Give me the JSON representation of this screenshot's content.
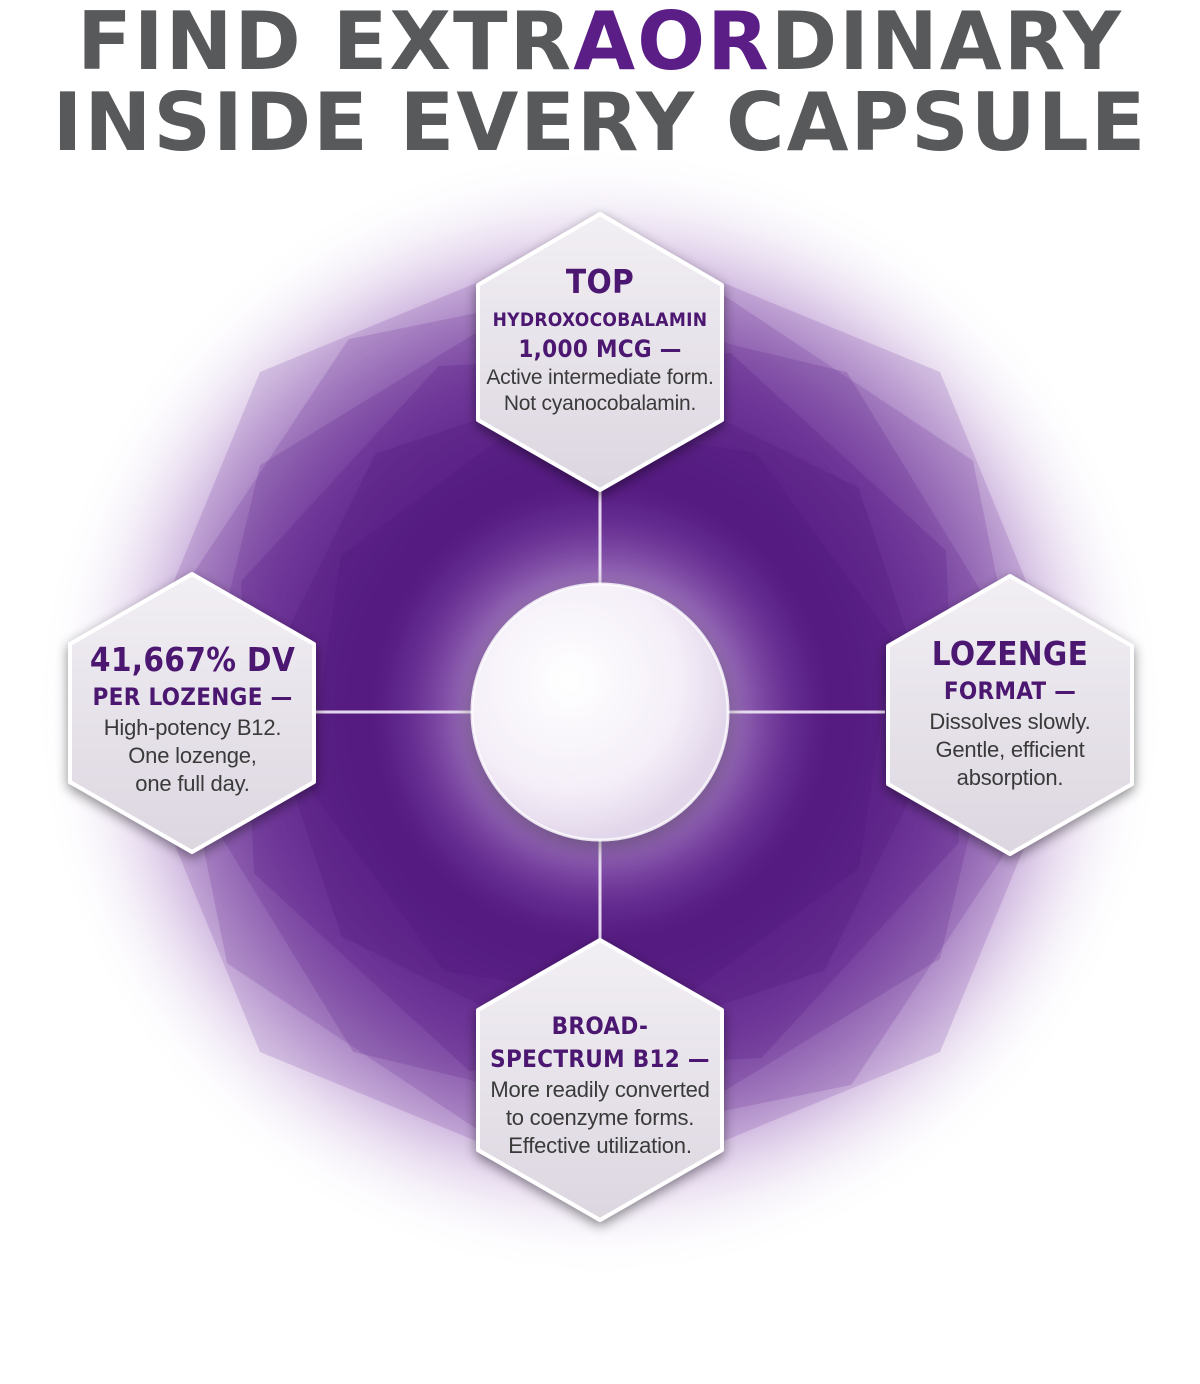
{
  "headline": {
    "line1_pre": "FIND EXTR",
    "line1_highlight": "AOR",
    "line1_post": "DINARY",
    "line2": "INSIDE EVERY CAPSULE"
  },
  "features": {
    "top": {
      "heading": "TOP",
      "title1": "HYDROXOCOBALAMIN",
      "title2": "1,000 MCG —",
      "desc1": "Active intermediate form.",
      "desc2": "Not cyanocobalamin."
    },
    "left": {
      "title1": "41,667% DV",
      "title2": "PER LOZENGE —",
      "desc1": "High-potency B12.",
      "desc2": "One lozenge,",
      "desc3": "one full day."
    },
    "right": {
      "title1": "LOZENGE",
      "title2": "FORMAT —",
      "desc1": "Dissolves slowly.",
      "desc2": "Gentle, efficient",
      "desc3": "absorption."
    },
    "bottom": {
      "title1": "BROAD-",
      "title2": "SPECTRUM B12 —",
      "desc1": "More readily converted",
      "desc2": "to coenzyme forms.",
      "desc3": "Effective utilization."
    }
  },
  "colors": {
    "accent_purple": "#5a1e86",
    "headline_gray": "#58595b",
    "feature_title": "#4b1771",
    "body_text": "#3a3a3a"
  },
  "icons": [
    "center-capsule-icon",
    "hexagon-badge-icon"
  ]
}
